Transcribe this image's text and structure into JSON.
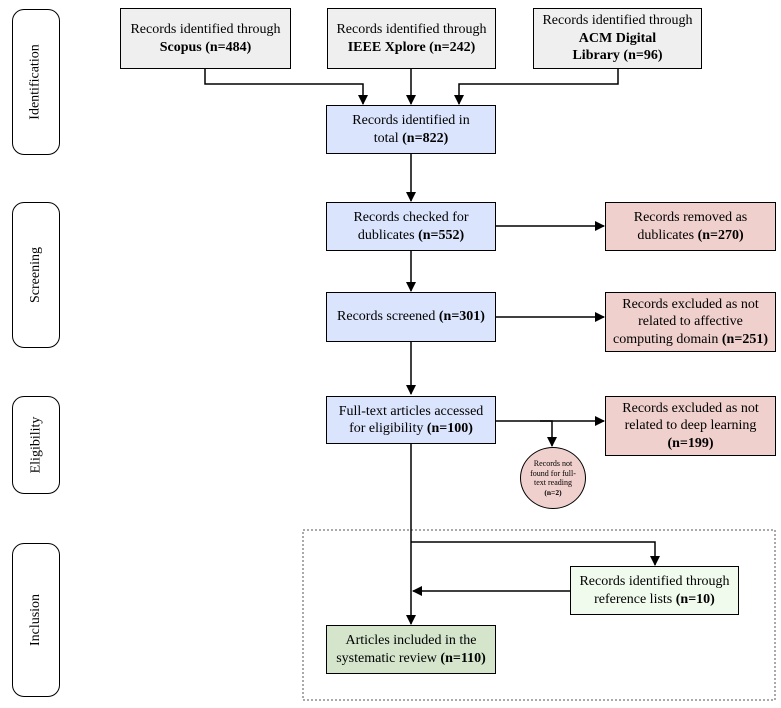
{
  "stages": {
    "identification": "Identification",
    "screening": "Screening",
    "eligibility": "Eligibility",
    "inclusion": "Inclusion"
  },
  "nodes": {
    "scopus": {
      "text": "Records identified through",
      "bold": "Scopus (n=484)"
    },
    "ieee": {
      "text": "Records identified through",
      "bold": "IEEE Xplore (n=242)"
    },
    "acm": {
      "text": "Records identified through",
      "bold1": "ACM Digital",
      "bold2": "Library (n=96)"
    },
    "total": {
      "line1": "Records identified in",
      "line2": "total",
      "bold": "(n=822)"
    },
    "duplicates_check": {
      "line1": "Records checked for",
      "line2": "dublicates",
      "bold": "(n=552)"
    },
    "duplicates_removed": {
      "line1": "Records removed as",
      "line2": "dublicates",
      "bold": "(n=270)"
    },
    "screened": {
      "line1": "Records screened",
      "bold": "(n=301)"
    },
    "excluded_affective": {
      "line1": "Records excluded as not",
      "line2": "related to affective",
      "line3": "computing domain",
      "bold": "(n=251)"
    },
    "fulltext": {
      "line1": "Full-text articles accessed",
      "line2": "for eligibility",
      "bold": "(n=100)"
    },
    "excluded_dl": {
      "line1": "Records excluded as not",
      "line2": "related to deep learning",
      "bold": "(n=199)"
    },
    "not_found": {
      "line1": "Records not",
      "line2": "found for full-",
      "line3": "text reading",
      "bold": "(n=2)"
    },
    "reference_lists": {
      "line1": "Records identified through",
      "line2": "reference lists",
      "bold": "(n=10)"
    },
    "included": {
      "line1": "Articles included in the",
      "line2": "systematic review",
      "bold": "(n=110)"
    }
  }
}
